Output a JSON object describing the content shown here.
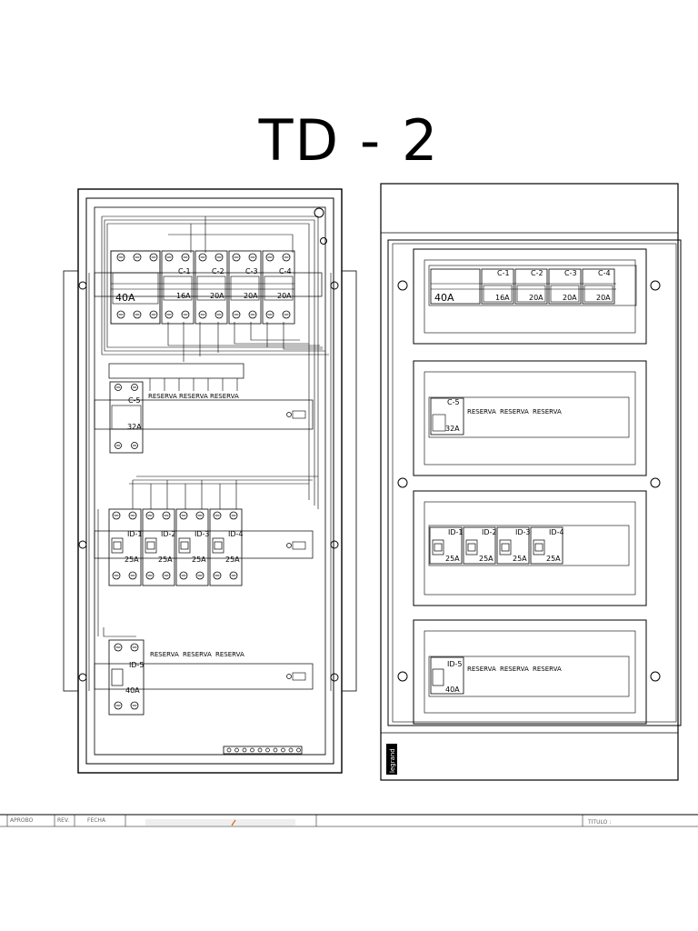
{
  "title": "TD - 2",
  "left_view": {
    "main_breakers": [
      {
        "label": "C-1",
        "rating": "16A"
      },
      {
        "label": "C-2",
        "rating": "20A"
      },
      {
        "label": "C-3",
        "rating": "20A"
      },
      {
        "label": "C-4",
        "rating": "20A"
      }
    ],
    "main_switch_rating": "40A",
    "row2_breaker": {
      "label": "C-5",
      "rating": "32A"
    },
    "row2_reserves": [
      "RESERVA",
      "RESERVA",
      "RESERVA"
    ],
    "differentials": [
      {
        "label": "ID-1",
        "rating": "25A"
      },
      {
        "label": "ID-2",
        "rating": "25A"
      },
      {
        "label": "ID-3",
        "rating": "25A"
      },
      {
        "label": "ID-4",
        "rating": "25A"
      }
    ],
    "row4_switch": {
      "label": "ID-5",
      "rating": "40A"
    },
    "row4_reserves": [
      "RESERVA",
      "RESERVA",
      "RESERVA"
    ]
  },
  "right_view": {
    "main_switch_rating": "40A",
    "main_breakers": [
      {
        "label": "C-1",
        "rating": "16A"
      },
      {
        "label": "C-2",
        "rating": "20A"
      },
      {
        "label": "C-3",
        "rating": "20A"
      },
      {
        "label": "C-4",
        "rating": "20A"
      }
    ],
    "row2_breaker": {
      "label": "C-5",
      "rating": "32A"
    },
    "row2_reserves": [
      "RESERVA",
      "RESERVA",
      "RESERVA"
    ],
    "differentials": [
      {
        "label": "ID-1",
        "rating": "25A"
      },
      {
        "label": "ID-2",
        "rating": "25A"
      },
      {
        "label": "ID-3",
        "rating": "25A"
      },
      {
        "label": "ID-4",
        "rating": "25A"
      }
    ],
    "row4_switch": {
      "label": "ID-5",
      "rating": "40A"
    },
    "row4_reserves": [
      "RESERVA",
      "RESERVA",
      "RESERVA"
    ],
    "brand": "legrand"
  },
  "title_block": {
    "aprobo": "APROBO",
    "rev": "REV.",
    "fecha": "FECHA",
    "titulo": "TITULO :"
  }
}
